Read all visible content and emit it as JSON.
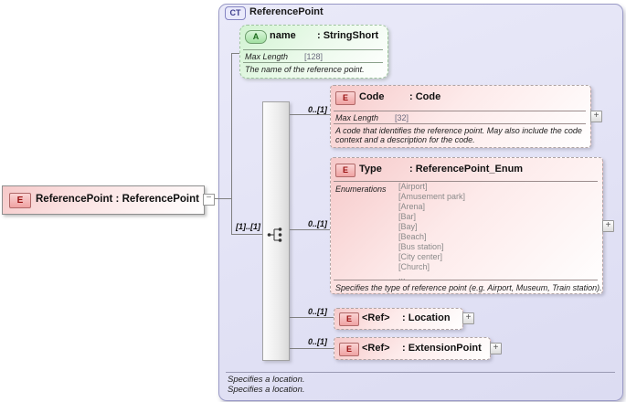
{
  "colors": {
    "container_fill": "#e2e2f5",
    "container_border": "#9a9ac6",
    "element_pink": "#f6c9c9",
    "attribute_green": "#d2f3d2",
    "element_badge_text": "#991111",
    "attribute_badge_text": "#1d6b1d",
    "ct_badge_text": "#3c3c8e",
    "connector_line": "#808080",
    "enum_text": "#8a8a8a"
  },
  "icons": {
    "plus": "+",
    "collapse_minus": "−"
  },
  "root_element": {
    "badge": "E",
    "label": "ReferencePoint : ReferencePoint"
  },
  "complex_type": {
    "badge": "CT",
    "title": "ReferencePoint",
    "attribute": {
      "badge": "A",
      "name": "name",
      "type": ": StringShort",
      "facet_label": "Max Length",
      "facet_value": "[128]",
      "doc": "The name of the reference point."
    },
    "sequence": {
      "cardinality": "[1]..[1]"
    },
    "children": [
      {
        "badge": "E",
        "name": "Code",
        "type": ": Code",
        "cardinality": "0..[1]",
        "facet_label": "Max Length",
        "facet_value": "[32]",
        "doc": "A code that identifies the reference point.  May also include the code context and a description for the code."
      },
      {
        "badge": "E",
        "name": "Type",
        "type": ": ReferencePoint_Enum",
        "cardinality": "0..[1]",
        "enumerations_label": "Enumerations",
        "enumerations": [
          "[Airport]",
          "[Amusement park]",
          "[Arena]",
          "[Bar]",
          "[Bay]",
          "[Beach]",
          "[Bus station]",
          "[City center]",
          "[Church]",
          "..."
        ],
        "doc": "Specifies the type of reference point (e.g. Airport, Museum, Train station)."
      },
      {
        "badge": "E",
        "name": "<Ref>",
        "type": ": Location",
        "cardinality": "0..[1]"
      },
      {
        "badge": "E",
        "name": "<Ref>",
        "type": ": ExtensionPoint",
        "cardinality": "0..[1]"
      }
    ],
    "footer_lines": [
      "Specifies a location.",
      "Specifies a location."
    ]
  }
}
